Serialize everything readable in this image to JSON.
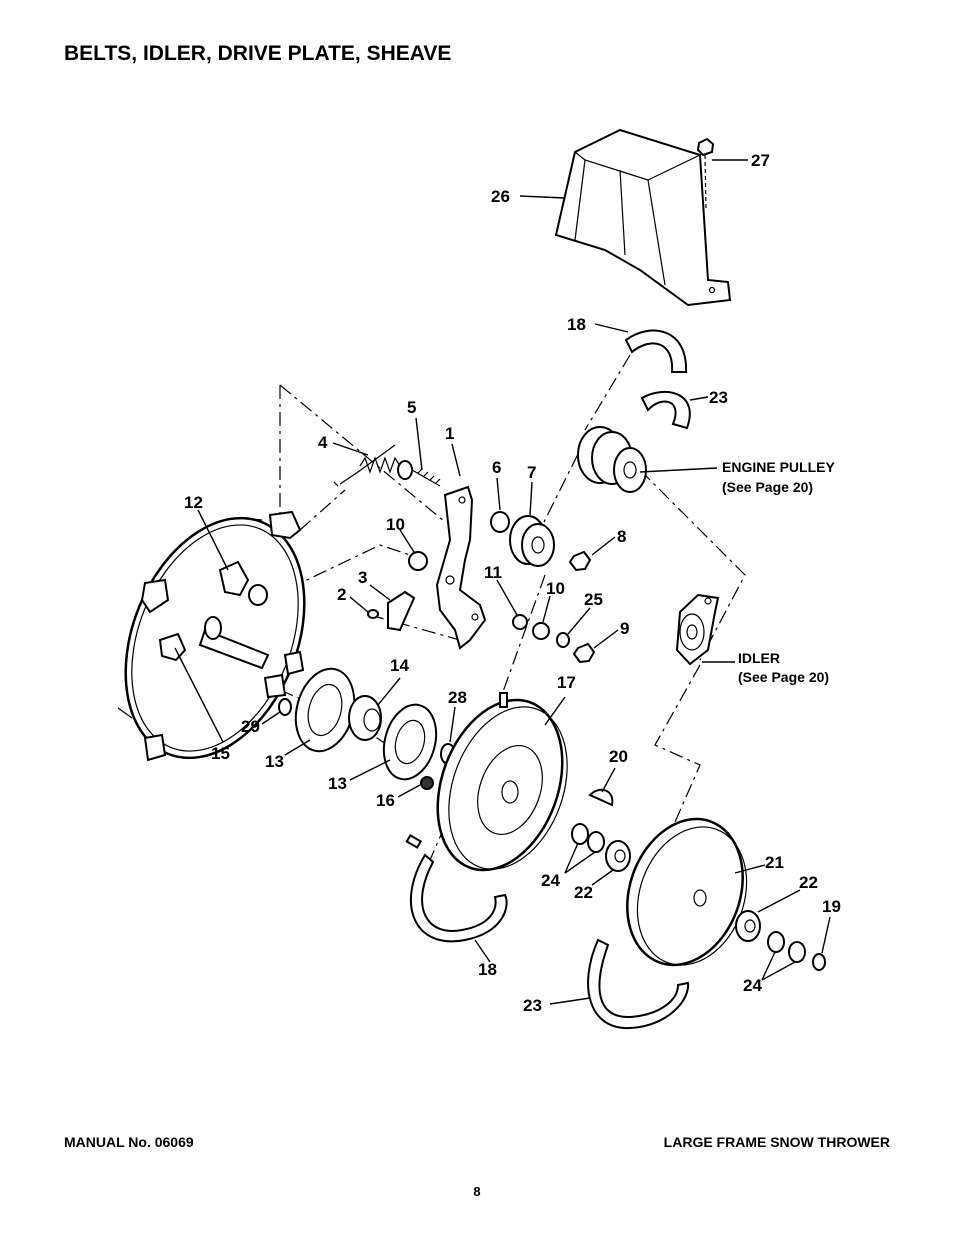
{
  "page": {
    "title": "BELTS, IDLER, DRIVE PLATE, SHEAVE",
    "manual_number": "MANUAL No. 06069",
    "product": "LARGE FRAME SNOW THROWER",
    "page_number": "8"
  },
  "diagram": {
    "callouts": [
      {
        "id": "c27",
        "text": "27"
      },
      {
        "id": "c26",
        "text": "26"
      },
      {
        "id": "c18a",
        "text": "18"
      },
      {
        "id": "c23a",
        "text": "23"
      },
      {
        "id": "c5",
        "text": "5"
      },
      {
        "id": "c1",
        "text": "1"
      },
      {
        "id": "c4",
        "text": "4"
      },
      {
        "id": "c6",
        "text": "6"
      },
      {
        "id": "c7",
        "text": "7"
      },
      {
        "id": "c12",
        "text": "12"
      },
      {
        "id": "c10a",
        "text": "10"
      },
      {
        "id": "c8",
        "text": "8"
      },
      {
        "id": "c3",
        "text": "3"
      },
      {
        "id": "c11",
        "text": "11"
      },
      {
        "id": "c10b",
        "text": "10"
      },
      {
        "id": "c2",
        "text": "2"
      },
      {
        "id": "c25",
        "text": "25"
      },
      {
        "id": "c9",
        "text": "9"
      },
      {
        "id": "c14",
        "text": "14"
      },
      {
        "id": "c17",
        "text": "17"
      },
      {
        "id": "c28",
        "text": "28"
      },
      {
        "id": "c29",
        "text": "29"
      },
      {
        "id": "c15",
        "text": "15"
      },
      {
        "id": "c13a",
        "text": "13"
      },
      {
        "id": "c13b",
        "text": "13"
      },
      {
        "id": "c16",
        "text": "16"
      },
      {
        "id": "c20",
        "text": "20"
      },
      {
        "id": "c21",
        "text": "21"
      },
      {
        "id": "c24a",
        "text": "24"
      },
      {
        "id": "c22a",
        "text": "22"
      },
      {
        "id": "c22b",
        "text": "22"
      },
      {
        "id": "c19",
        "text": "19"
      },
      {
        "id": "c18b",
        "text": "18"
      },
      {
        "id": "c24b",
        "text": "24"
      },
      {
        "id": "c23b",
        "text": "23"
      }
    ],
    "notes": {
      "engine_pulley": "ENGINE PULLEY",
      "engine_pulley_ref": "(See Page 20)",
      "idler": "IDLER",
      "idler_ref": "(See Page 20)"
    }
  }
}
